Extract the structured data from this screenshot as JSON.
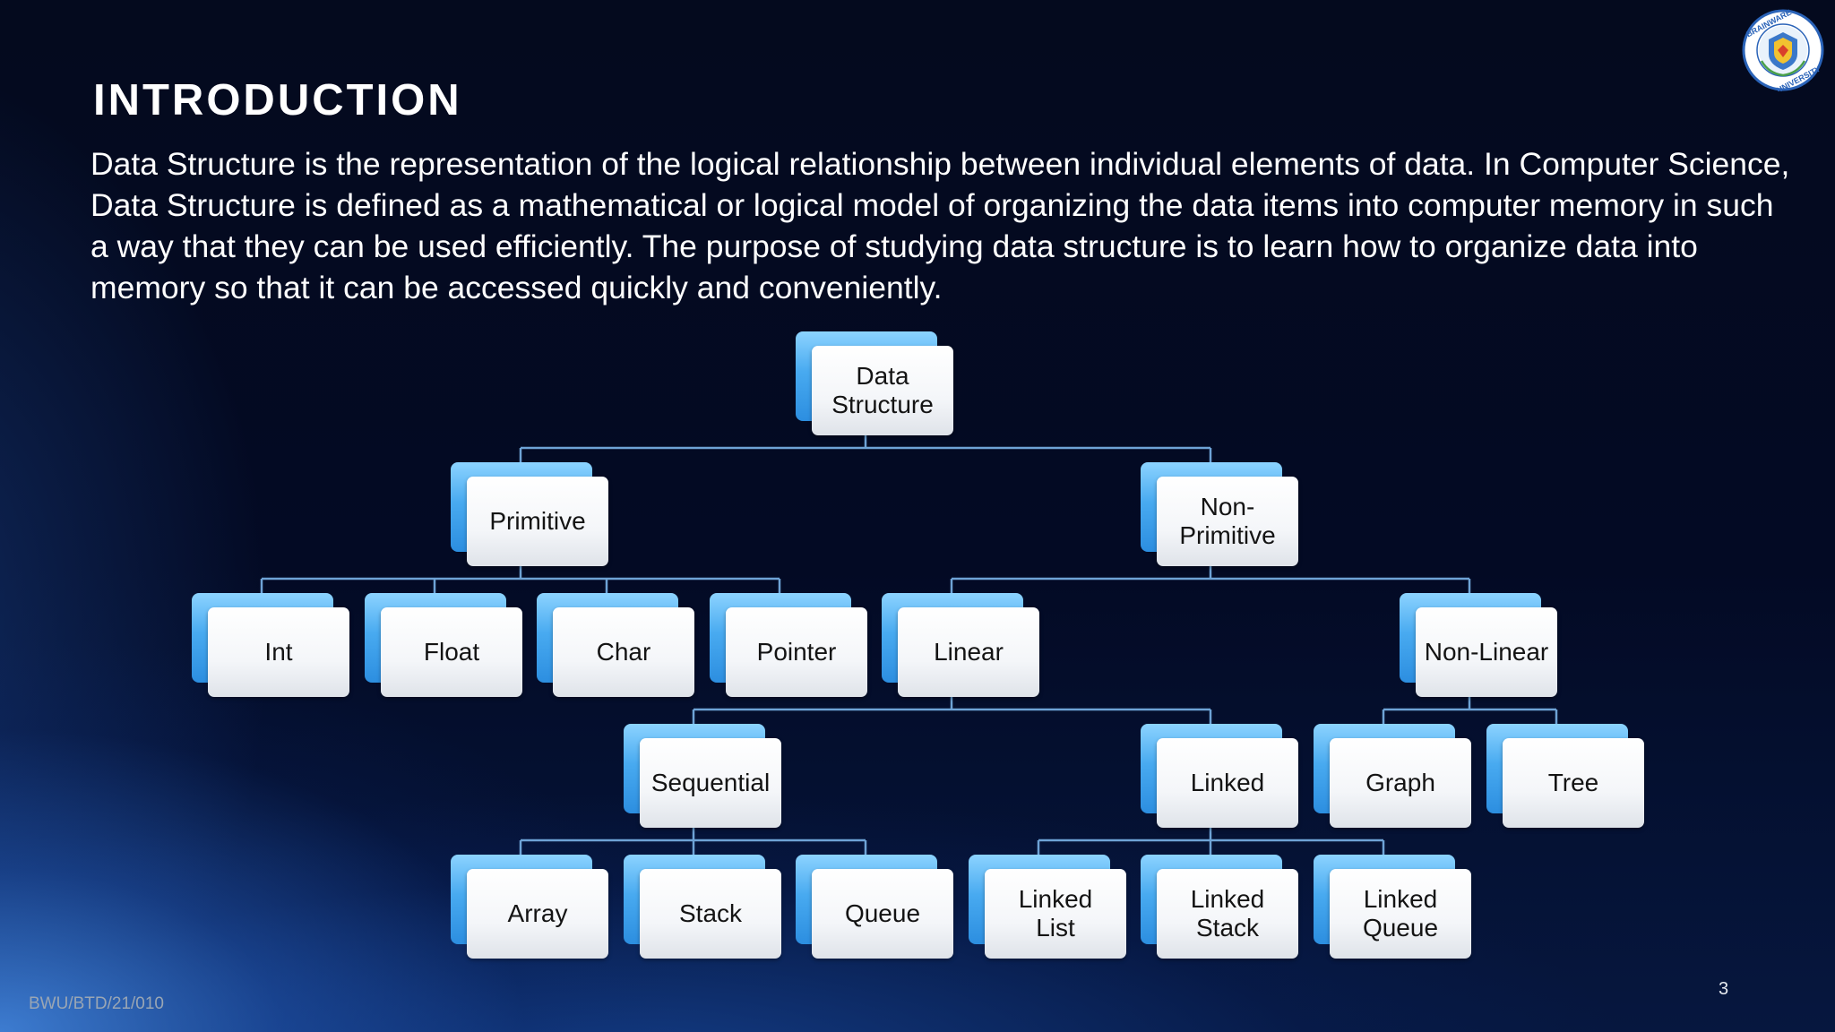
{
  "slide": {
    "title": "INTRODUCTION",
    "body": "Data Structure is the representation of the logical relationship between individual elements of data. In Computer Science, Data Structure is defined as a mathematical or logical model of organizing the data items into computer memory in such a way that they can be used efficiently. The purpose of studying data structure is to learn how to organize data into memory so that it can be accessed quickly and conveniently.",
    "footer_code": "BWU/BTD/21/010",
    "page_number": "3",
    "logo_text": "BRAINWARE UNIVERSITY"
  },
  "diagram": {
    "root": "Data Structure",
    "level1": {
      "primitive": "Primitive",
      "non_primitive": "Non-Primitive"
    },
    "primitive_children": {
      "int": "Int",
      "float": "Float",
      "char": "Char",
      "pointer": "Pointer"
    },
    "non_primitive_children": {
      "linear": "Linear",
      "non_linear": "Non-Linear"
    },
    "linear_children": {
      "sequential": "Sequential",
      "linked": "Linked"
    },
    "non_linear_children": {
      "graph": "Graph",
      "tree": "Tree"
    },
    "sequential_children": {
      "array": "Array",
      "stack": "Stack",
      "queue": "Queue"
    },
    "linked_children": {
      "linked_list": "Linked List",
      "linked_stack": "Linked Stack",
      "linked_queue": "Linked Queue"
    }
  },
  "colors": {
    "background": "#03091f",
    "node_accent": "#48aaf0",
    "node_face": "#f4f6f9",
    "connector": "#6ea3d6"
  }
}
